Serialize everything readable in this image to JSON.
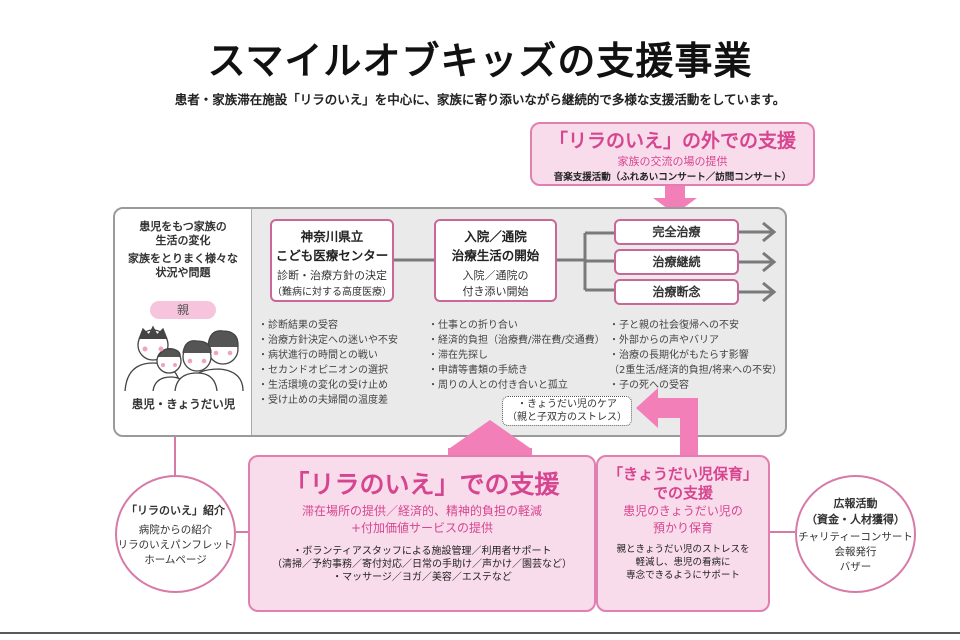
{
  "title": "スマイルオブキッズの支援事業",
  "subtitle": "患者・家族滞在施設「リラのいえ」を中心に、家族に寄り添いながら継続的で多様な支援活動をしています。",
  "outside": {
    "heading": "「リラのいえ」の外での支援",
    "sub": "家族の交流の場の提供",
    "detail": "音楽支援活動（ふれあいコンサート／訪問コンサート）"
  },
  "family": {
    "line1": "患児をもつ家族の",
    "line2": "生活の変化",
    "line3": "家族をとりまく様々な",
    "line4": "状況や問題",
    "parent_badge": "親",
    "children": "患児・きょうだい児"
  },
  "hospital": {
    "name1": "神奈川県立",
    "name2": "こども医療センター",
    "desc1": "診断・治療方針の決定",
    "desc2": "（難病に対する高度医療）"
  },
  "admission": {
    "title1": "入院／通院",
    "title2": "治療生活の開始",
    "desc1": "入院／通院の",
    "desc2": "付き添い開始"
  },
  "outcomes": [
    "完全治療",
    "治療継続",
    "治療断念"
  ],
  "issues_left": [
    "・診断結果の受容",
    "・治療方針決定への迷いや不安",
    "・病状進行の時間との戦い",
    "・セカンドオピニオンの選択",
    "・生活環境の変化の受け止め",
    "・受け止めの夫婦間の温度差"
  ],
  "issues_mid": [
    "・仕事との折り合い",
    "・経済的負担（治療費/滞在費/交通費）",
    "・滞在先探し",
    "・申請等書類の手続き",
    "・周りの人との付き合いと孤立"
  ],
  "issues_right": [
    "・子と親の社会復帰への不安",
    "・外部からの声やバリア",
    "・治療の長期化がもたらす影響",
    "（2重生活/経済的負担/将来への不安）",
    "・子の死への受容"
  ],
  "sibling_care": {
    "line1": "・きょうだい児のケア",
    "line2": "（親と子双方のストレス）"
  },
  "lira": {
    "heading": "「リラのいえ」での支援",
    "sub1": "滞在場所の提供／経済的、精神的負担の軽減",
    "sub2": "+付加価値サービスの提供",
    "d1": "・ボランティアスタッフによる施設管理／利用者サポート",
    "d2": "（清掃／予約事務／寄付対応／日常の手助け／声かけ／園芸など）",
    "d3": "・マッサージ／ヨガ／美容／エステなど"
  },
  "sibling": {
    "h1": "「きょうだい児保育」",
    "h2": "での支援",
    "s1": "患児のきょうだい児の",
    "s2": "預かり保育",
    "d1": "親ときょうだい児のストレスを",
    "d2": "軽減し、患児の看病に",
    "d3": "専念できるようにサポート"
  },
  "intro": {
    "heading": "「リラのいえ」紹介",
    "l1": "病院からの紹介",
    "l2": "リラのいえパンフレット",
    "l3": "ホームページ"
  },
  "pr": {
    "heading": "広報活動",
    "sub": "（資金・人材獲得）",
    "l1": "チャリティーコンサート",
    "l2": "会報発行",
    "l3": "バザー"
  },
  "colors": {
    "pink": "#f27fb8",
    "pinkText": "#d6458f",
    "gray": "#eaeaea"
  }
}
